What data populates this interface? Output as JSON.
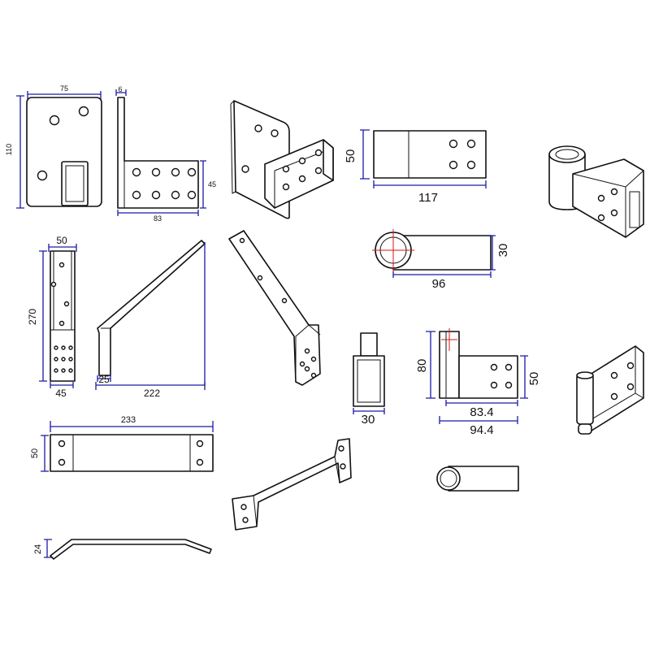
{
  "colors": {
    "dimension": "#1a1aa6",
    "center_mark": "#d81515",
    "line": "#111111"
  },
  "dimensions": {
    "plate_width": "75",
    "plate_height": "110",
    "angle_thickness": "6",
    "angle_depth": "45",
    "angle_length": "83",
    "sleeve_height": "50",
    "sleeve_length": "117",
    "upright_width": "50",
    "upright_height": "270",
    "upright_base": "45",
    "stay_leg": "25",
    "stay_length": "222",
    "ring_height": "30",
    "ring_length": "96",
    "post_width": "30",
    "spacer_height": "80",
    "spacer_side": "50",
    "spacer_inner": "83.4",
    "spacer_total": "94.4",
    "strap_length": "233",
    "strap_width": "50",
    "strap_rise": "24"
  }
}
